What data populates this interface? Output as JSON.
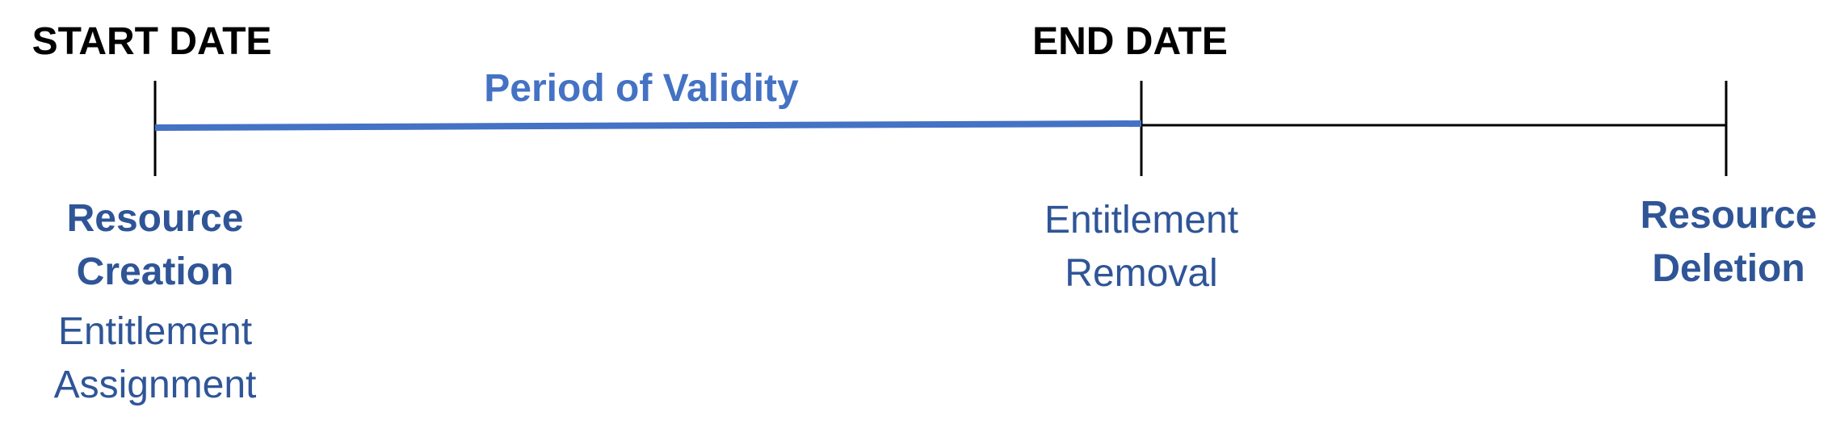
{
  "headers": {
    "start": "START DATE",
    "end": "END DATE"
  },
  "period_label": "Period of Validity",
  "milestones": {
    "start": {
      "event_line1": "Resource",
      "event_line2": "Creation",
      "entitlement_line1": "Entitlement",
      "entitlement_line2": "Assignment"
    },
    "end": {
      "entitlement_line1": "Entitlement",
      "entitlement_line2": "Removal"
    },
    "deletion": {
      "event_line1": "Resource",
      "event_line2": "Deletion"
    }
  },
  "colors": {
    "period_line": "#4472C4",
    "axis_line": "#000000",
    "milestone_text": "#2F5597",
    "header_text": "#000000"
  }
}
